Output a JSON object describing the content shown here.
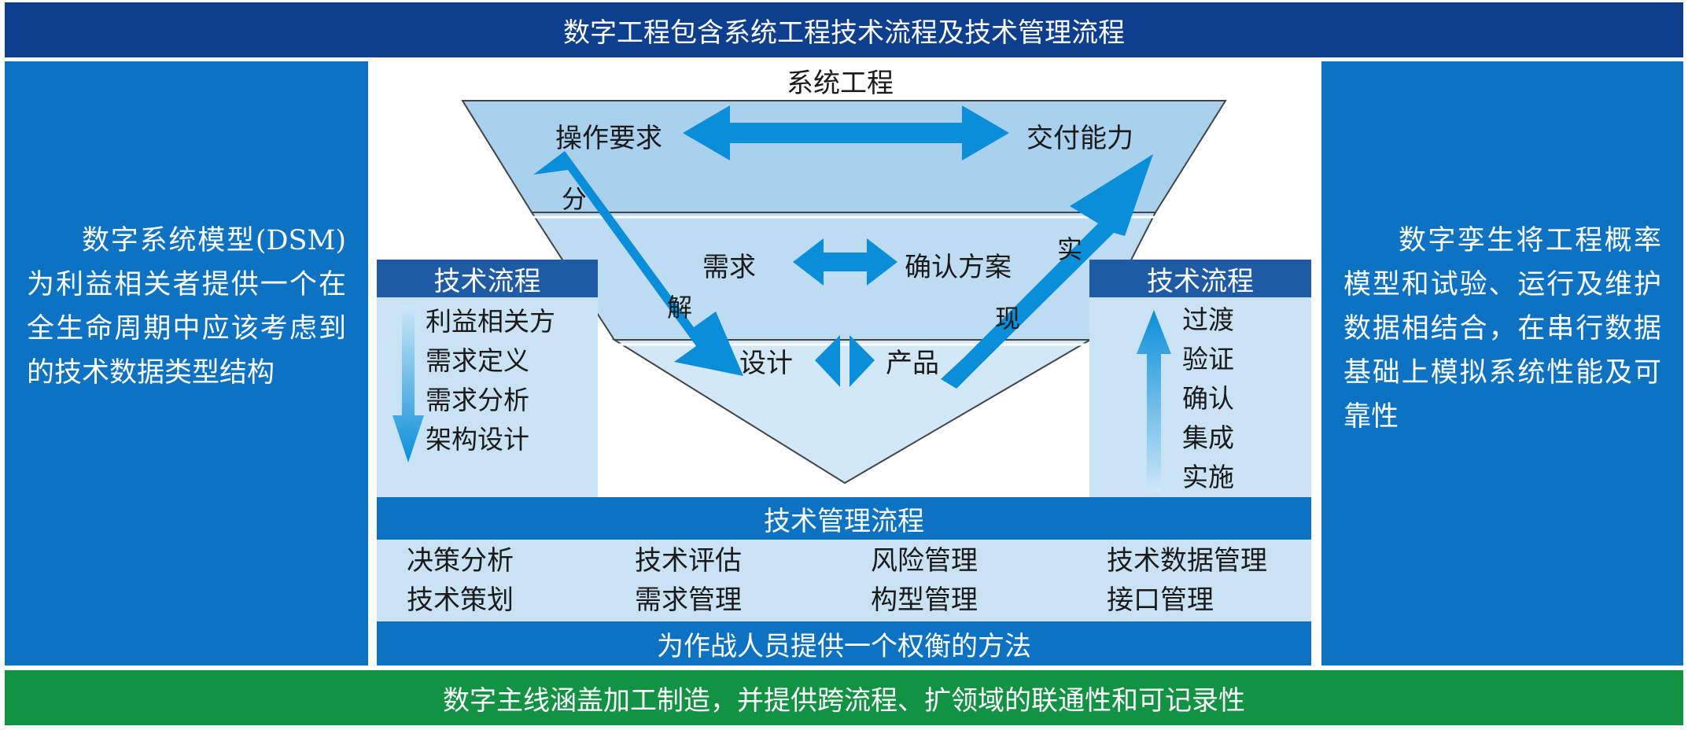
{
  "top_banner": "数字工程包含系统工程技术流程及技术管理流程",
  "bottom_banner": "数字主线涵盖加工制造，并提供跨流程、扩领域的联通性和可记录性",
  "left_panel_text": "数字系统模型(DSM)为利益相关者提供一个在全生命周期中应该考虑到的技术数据类型结构",
  "right_panel_text": "数字孪生将工程概率模型和试验、运行及维护数据相结合，在串行数据基础上模拟系统性能及可靠性",
  "v_model": {
    "title": "系统工程",
    "level1_left": "操作要求",
    "level1_right": "交付能力",
    "level2_left": "需求",
    "level2_right": "确认方案",
    "level3_left": "设计",
    "level3_right": "产品",
    "decompose_chars": [
      "分",
      "解"
    ],
    "realize_chars": [
      "实",
      "现"
    ]
  },
  "tech_process_left": {
    "header": "技术流程",
    "items": [
      "利益相关方",
      "需求定义",
      "需求分析",
      "架构设计"
    ]
  },
  "tech_process_right": {
    "header": "技术流程",
    "items": [
      "过渡",
      "验证",
      "确认",
      "集成",
      "实施"
    ]
  },
  "tech_management": {
    "header": "技术管理流程",
    "items": [
      "决策分析",
      "技术评估",
      "风险管理",
      "技术数据管理",
      "技术策划",
      "需求管理",
      "构型管理",
      "接口管理"
    ],
    "footer": "为作战人员提供一个权衡的方法"
  },
  "colors": {
    "banner_dark_blue": "#0e3f8e",
    "panel_blue": "#0d72c2",
    "header_blue": "#1e5ba4",
    "light_blue": "#c9e2f4",
    "arrow_blue": "#0a8ed9",
    "banner_green": "#129243"
  }
}
